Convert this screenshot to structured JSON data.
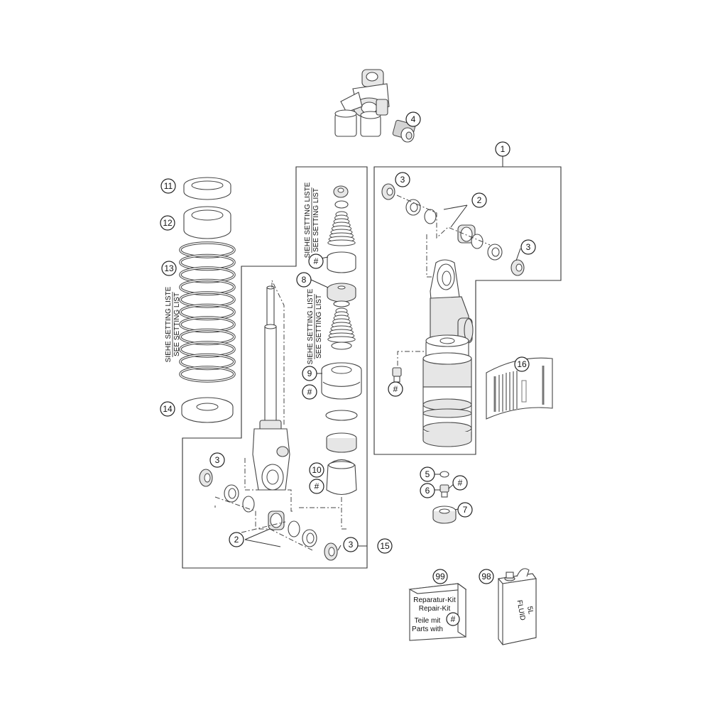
{
  "callouts": {
    "c1": "1",
    "c2a": "2",
    "c2b": "2",
    "c3a": "3",
    "c3b": "3",
    "c3c": "3",
    "c3d": "3",
    "c4": "4",
    "c5": "5",
    "c6": "6",
    "c7": "7",
    "c8": "8",
    "c9": "9",
    "c10": "10",
    "c11": "11",
    "c12": "12",
    "c13": "13",
    "c14": "14",
    "c15": "15",
    "c16": "16",
    "c98": "98",
    "c99": "99",
    "h1": "#",
    "h2": "#",
    "h3": "#",
    "h4": "#",
    "h5": "#",
    "h6": "#"
  },
  "setting_labels": {
    "spring_de": "SIEHE SETTING LISTE",
    "spring_en": "SEE SETTING LIST",
    "upper_de": "SIEHE SETTING LISTE",
    "upper_en": "SEE SETTING LIST",
    "lower_de": "SIEHE SETTING LISTE",
    "lower_en": "SEE SETTING LIST"
  },
  "repair_kit": {
    "line1": "Reparatur-Kit",
    "line2": "Repair-Kit",
    "line3": "Teile mit",
    "line4": "Parts with",
    "hash": "#"
  },
  "fluid_can": {
    "line1": "FLUID",
    "line2": "5L"
  }
}
